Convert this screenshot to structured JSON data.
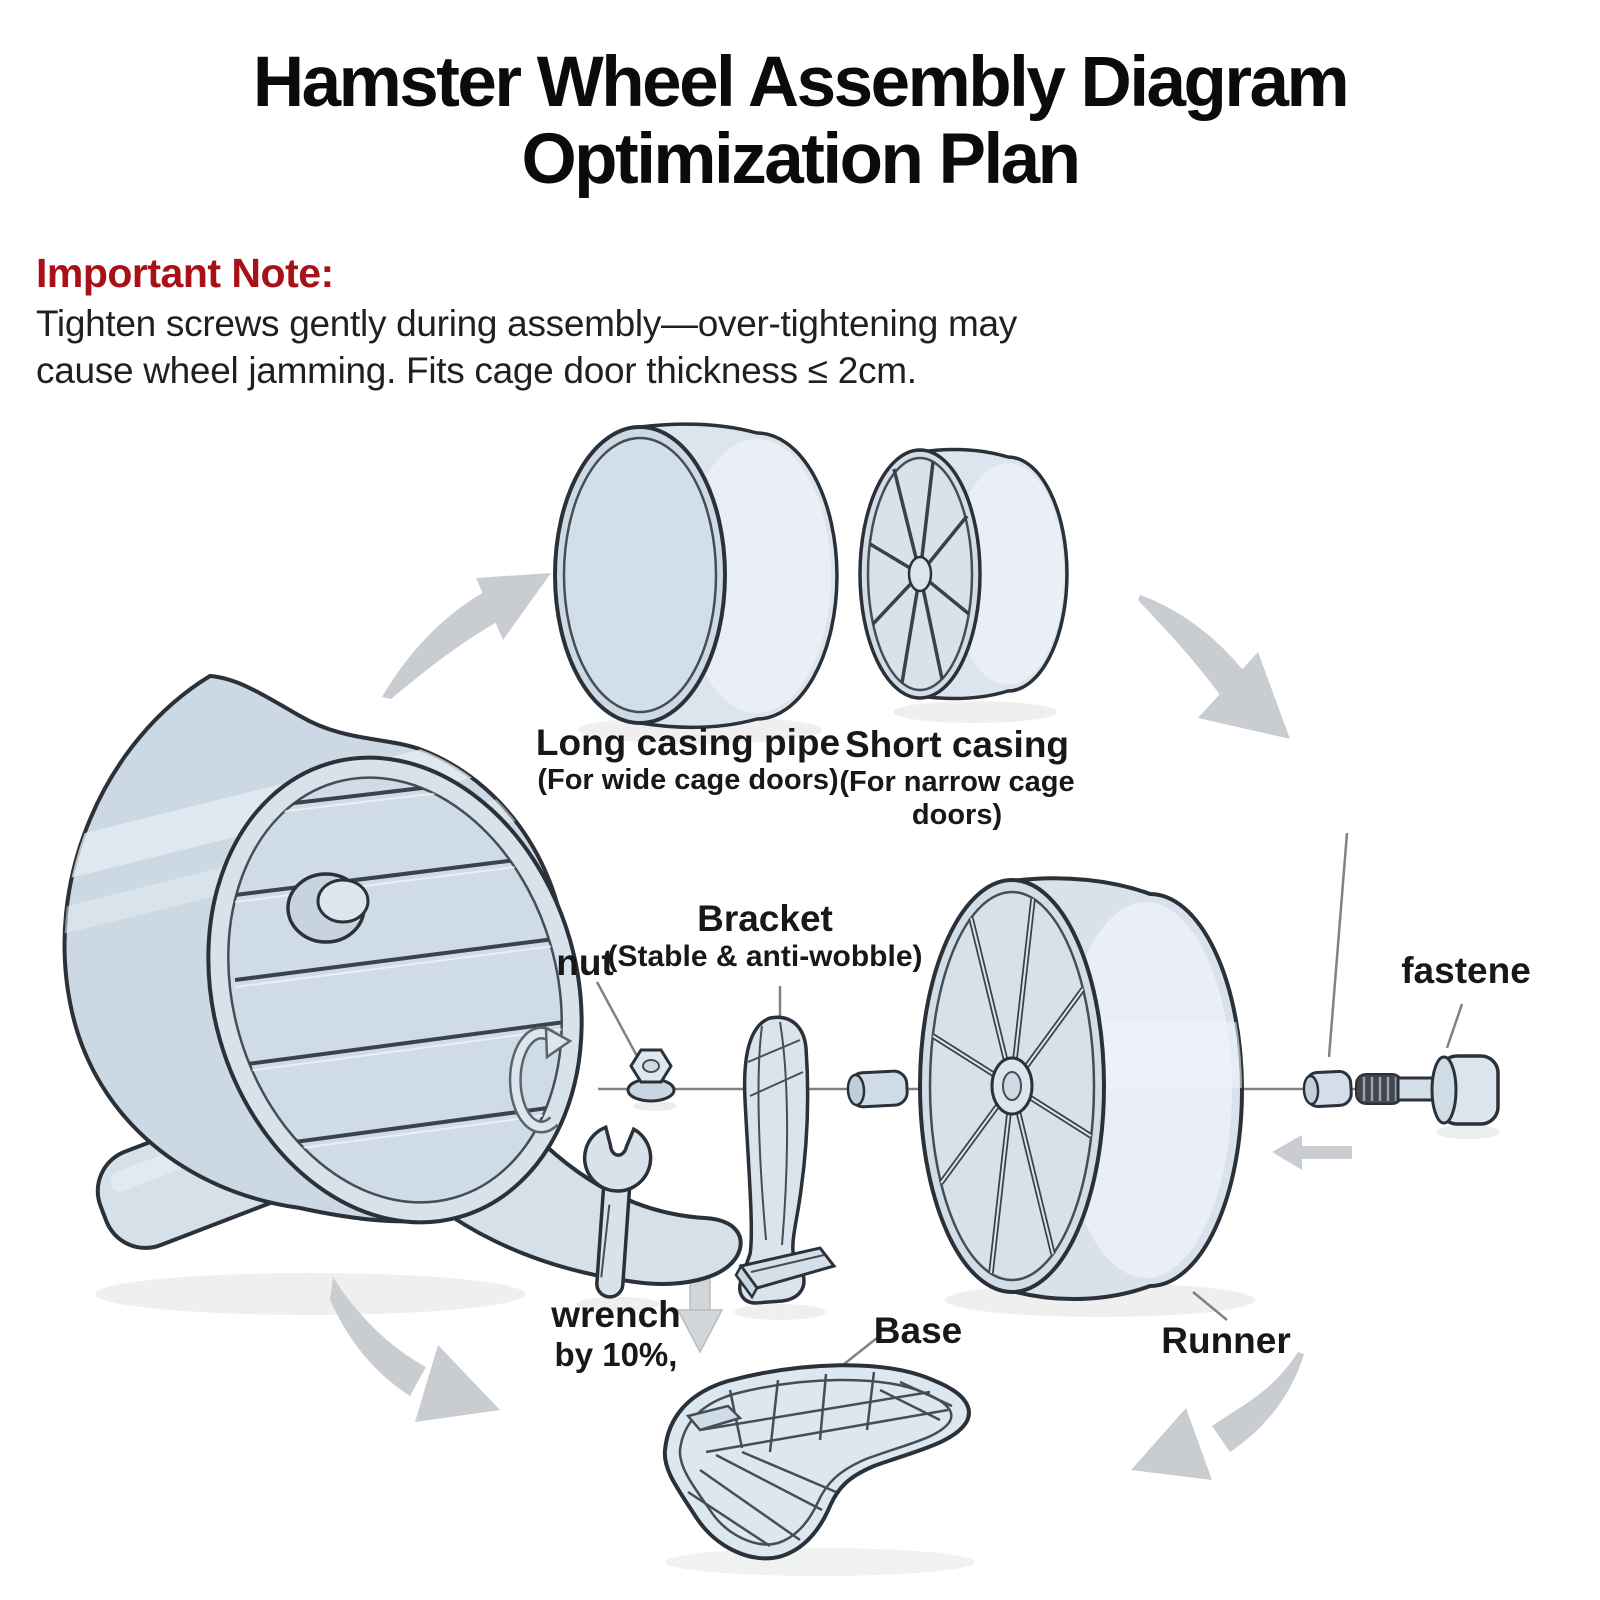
{
  "title": {
    "line1": "Hamster Wheel Assembly Diagram",
    "line2": "Optimization Plan"
  },
  "note": {
    "heading": "Important Note:",
    "line1": "Tighten screws gently during assembly—over-tightening may",
    "line2": "cause wheel jamming. Fits cage door thickness ≤ 2cm."
  },
  "labels": {
    "long_casing": {
      "name": "Long casing pipe",
      "sub": "(For wide cage doors)"
    },
    "short_casing": {
      "name": "Short casing",
      "sub_line1": "(For narrow cage",
      "sub_line2": "doors)"
    },
    "nut": "nut",
    "bracket": {
      "name": "Bracket",
      "sub": "(Stable & anti-wobble)"
    },
    "fastener": "fastene",
    "wrench": {
      "name": "wrench",
      "sub": "by 10%,"
    },
    "base": "Base",
    "runner": "Runner"
  },
  "colors": {
    "accent_red": "#a91118",
    "part_fill": "#d8e2ea",
    "part_fill_dark": "#ccd8e3",
    "part_fill_light": "#e9eff4",
    "outline": "#2b3138",
    "arrow_gray": "#c9cdd1",
    "leader_gray": "#7d838a"
  }
}
